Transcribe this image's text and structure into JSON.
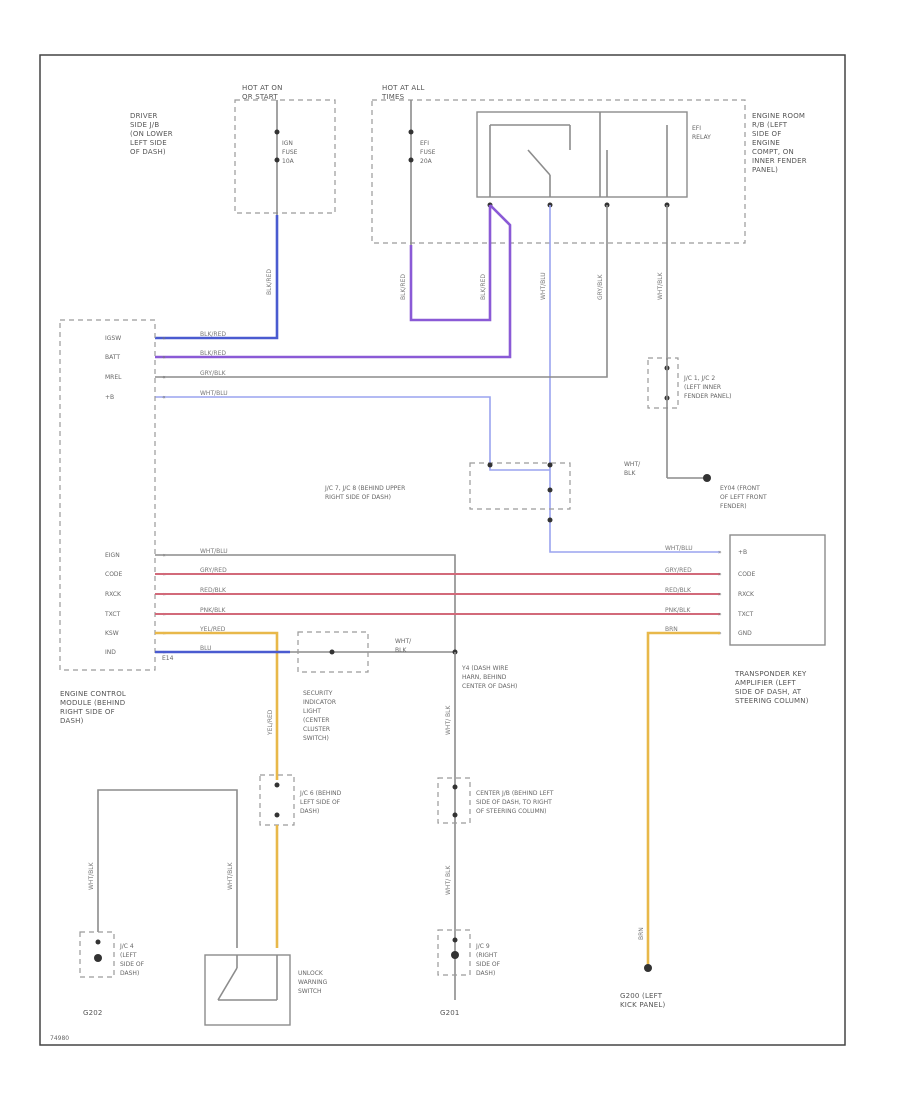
{
  "labels": {
    "hot_on_start": "HOT AT ON OR START",
    "driver_side_jb": "DRIVER SIDE J/B (ON LOWER LEFT SIDE OF DASH)",
    "ign_fuse": "IGN FUSE 10A",
    "hot_all_times": "HOT AT ALL TIMES",
    "efi_fuse": "EFI FUSE 20A",
    "efi_relay": "EFI RELAY",
    "engine_room_rb": "ENGINE ROOM R/B (LEFT SIDE OF ENGINE COMPT, ON INNER FENDER PANEL)",
    "j1_label": "J/C 1, J/C 2 (LEFT INNER FENDER PANEL)",
    "j7_label": "J/C 7, J/C 8 (BEHIND UPPER RIGHT SIDE OF DASH)",
    "ground_front": "EY04 (FRONT OF LEFT FRONT FENDER)",
    "ecm_label": "ENGINE CONTROL MODULE (BEHIND RIGHT SIDE OF DASH)",
    "security_light": "SECURITY INDICATOR LIGHT (CENTER CLUSTER SWITCH)",
    "y4_label": "Y4 (DASH WIRE HARN, BEHIND CENTER OF DASH)",
    "transponder": "TRANSPONDER KEY AMPLIFIER (LEFT SIDE OF DASH, AT STEERING COLUMN)",
    "j6_label": "J/C 6 (BEHIND LEFT SIDE OF DASH)",
    "center_jb": "CENTER J/B (BEHIND LEFT SIDE OF DASH, TO RIGHT OF STEERING COLUMN)",
    "j4_label": "J/C 4 (LEFT SIDE OF DASH)",
    "j9_label": "J/C 9 (RIGHT SIDE OF DASH)",
    "unlock_switch": "UNLOCK WARNING SWITCH",
    "ground_left_kick": "G200 (LEFT KICK PANEL)",
    "g202": "G202",
    "g201": "G201",
    "wht_blk": "WHT/ BLK",
    "ground_wht_blk": "WHT/ BLK",
    "ecm_code": "E14",
    "footer_code": "74980"
  },
  "ecm_pins": [
    "IGSW",
    "BATT",
    "MREL",
    "+B",
    "EIGN",
    "CODE",
    "RXCK",
    "TXCT",
    "KSW",
    "IND"
  ],
  "ecm_wires": [
    "BLK/RED",
    "BLK/RED",
    "GRY/BLK",
    "WHT/BLU",
    "WHT/BLU",
    "GRY/RED",
    "RED/BLK",
    "PNK/BLK",
    "YEL/RED",
    "BLU"
  ],
  "tka_pins": [
    "+B",
    "CODE",
    "RXCK",
    "TXCT",
    "GND"
  ],
  "tka_wires": [
    "WHT/BLU",
    "GRY/RED",
    "RED/BLK",
    "PNK/BLK",
    "BRN"
  ],
  "vertical_wires": {
    "ign": "BLK/RED",
    "efi_left": "BLK/RED",
    "efi_mid": "BLK/RED",
    "relay_lb": "WHT/BLU",
    "relay_gy": "GRY/BLK",
    "relay_wb": "WHT/BLK",
    "ksw": "YEL/RED",
    "wht_blk_center": "WHT/ BLK",
    "wht_blk_low": "WHT/ BLK",
    "unlock_left": "WHT/BLK",
    "unlock_right": "WHT/BLK",
    "gnd_brn": "BRN",
    "brn_low": "BRN"
  }
}
